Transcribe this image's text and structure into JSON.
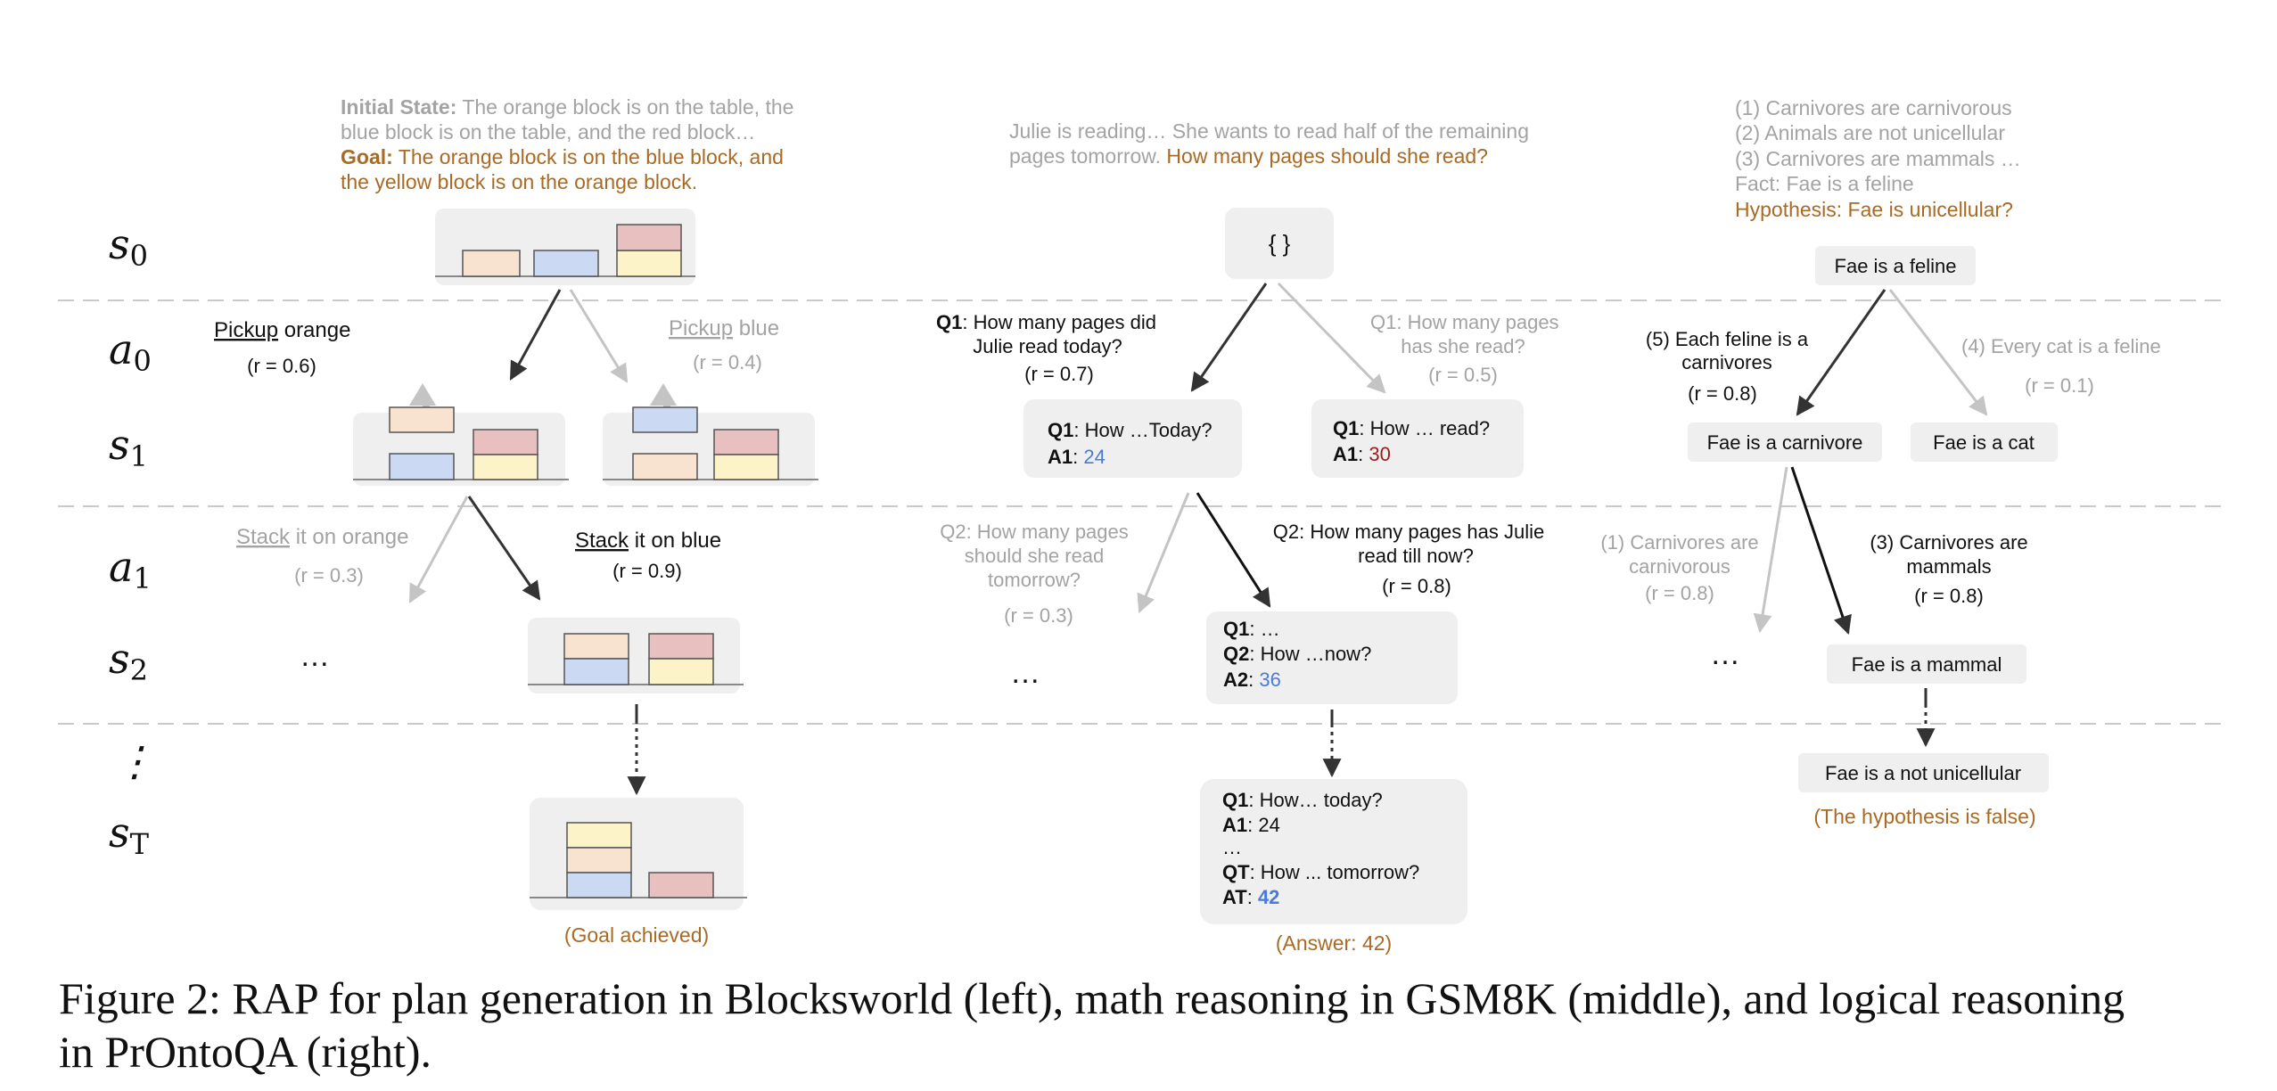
{
  "colors": {
    "dark": "#111111",
    "gray": "#a3a3a3",
    "orange": "#a86a24",
    "blue": "#4a7bd6",
    "red": "#9b1c1c",
    "box": "#efefef",
    "dash": "#c9c9c9",
    "block_orange": "#f7e3cf",
    "block_blue": "#cbd9f3",
    "block_red": "#e7c0bf",
    "block_yellow": "#fdf3c8"
  },
  "row_labels": [
    {
      "main": "s",
      "sub": "0"
    },
    {
      "main": "a",
      "sub": "0"
    },
    {
      "main": "s",
      "sub": "1"
    },
    {
      "main": "a",
      "sub": "1"
    },
    {
      "main": "s",
      "sub": "2"
    },
    {
      "main": "⋮",
      "sub": ""
    },
    {
      "main": "s",
      "sub": "T"
    }
  ],
  "blocksworld": {
    "initial_state_label": "Initial State:",
    "initial_state_line1": "The orange block is on the table, the",
    "initial_state_line2": "blue block is on the table, and the red block…",
    "goal_label": "Goal:",
    "goal_line1": "The orange block is on the blue block, and",
    "goal_line2": "the yellow block is on the orange block.",
    "a0_left_verb": "Pickup",
    "a0_left_obj": " orange",
    "a0_left_reward": "(r = 0.6)",
    "a0_right_verb": "Pickup",
    "a0_right_obj": " blue",
    "a0_right_reward": "(r = 0.4)",
    "a1_left_verb": "Stack",
    "a1_left_obj": " it on orange",
    "a1_left_reward": "(r = 0.3)",
    "a1_right_verb": "Stack",
    "a1_right_obj": " it on blue",
    "a1_right_reward": "(r = 0.9)",
    "ellipsis": "…",
    "result": "(Goal achieved)"
  },
  "gsm8k": {
    "question_line1": "Julie is reading… She wants to read half of the remaining",
    "question_line2_gray": "pages tomorrow.",
    "question_line2_orange": "How many pages should she read?",
    "root": "{ }",
    "a0_left_q": "Q1",
    "a0_left_line1": ": How many pages did",
    "a0_left_line2": "Julie read today?",
    "a0_left_reward": "(r = 0.7)",
    "a0_right_q": "Q1",
    "a0_right_line1": ": How many pages",
    "a0_right_line2": "has she read?",
    "a0_right_reward": "(r = 0.5)",
    "s1_left_q": "Q1",
    "s1_left_q_text": ": How …Today?",
    "s1_left_a": "A1",
    "s1_left_a_value": "24",
    "s1_right_q": "Q1",
    "s1_right_q_text": ": How … read?",
    "s1_right_a": "A1",
    "s1_right_a_value": "30",
    "a1_left_line1": "Q2: How many pages",
    "a1_left_line2": "should she read",
    "a1_left_line3": "tomorrow?",
    "a1_left_reward": "(r = 0.3)",
    "a1_right_line1": "Q2: How many pages has Julie",
    "a1_right_line2": "read till now?",
    "a1_right_reward": "(r = 0.8)",
    "s2_q1": "Q1",
    "s2_q1_text": ": …",
    "s2_q2": "Q2",
    "s2_q2_text": ": How …now?",
    "s2_a2": "A2",
    "s2_a2_value": "36",
    "ellipsis": "…",
    "final_q1": "Q1",
    "final_q1_text": ":  How… today?",
    "final_a1": "A1",
    "final_a1_value": ": 24",
    "final_dots": "…",
    "final_qt": "QT",
    "final_qt_text": ": How ... tomorrow?",
    "final_at": "AT",
    "final_at_value": "42",
    "result": "(Answer: 42)"
  },
  "prontoqa": {
    "premise1": "(1) Carnivores are carnivorous",
    "premise2": "(2) Animals are not unicellular",
    "premise3": "(3) Carnivores are mammals …",
    "fact": "Fact: Fae is a feline",
    "hypothesis": "Hypothesis: Fae is unicellular?",
    "root": "Fae is a feline",
    "a0_left_line1": "(5) Each feline is a",
    "a0_left_line2": "carnivores",
    "a0_left_reward": "(r = 0.8)",
    "a0_right_line1": "(4) Every cat is a feline",
    "a0_right_reward": "(r = 0.1)",
    "s1_left": "Fae is a carnivore",
    "s1_right": "Fae is a cat",
    "a1_left_line1": "(1) Carnivores are",
    "a1_left_line2": "carnivorous",
    "a1_left_reward": "(r = 0.8)",
    "a1_right_line1": "(3) Carnivores are",
    "a1_right_line2": "mammals",
    "a1_right_reward": "(r = 0.8)",
    "ellipsis": "…",
    "s2": "Fae is a mammal",
    "final": "Fae is a not unicellular",
    "result": "(The hypothesis is false)"
  },
  "caption_line1": "Figure 2: RAP for plan generation in Blocksworld (left), math reasoning in GSM8K (middle), and logical reasoning",
  "caption_line2": "in PrOntoQA (right)."
}
